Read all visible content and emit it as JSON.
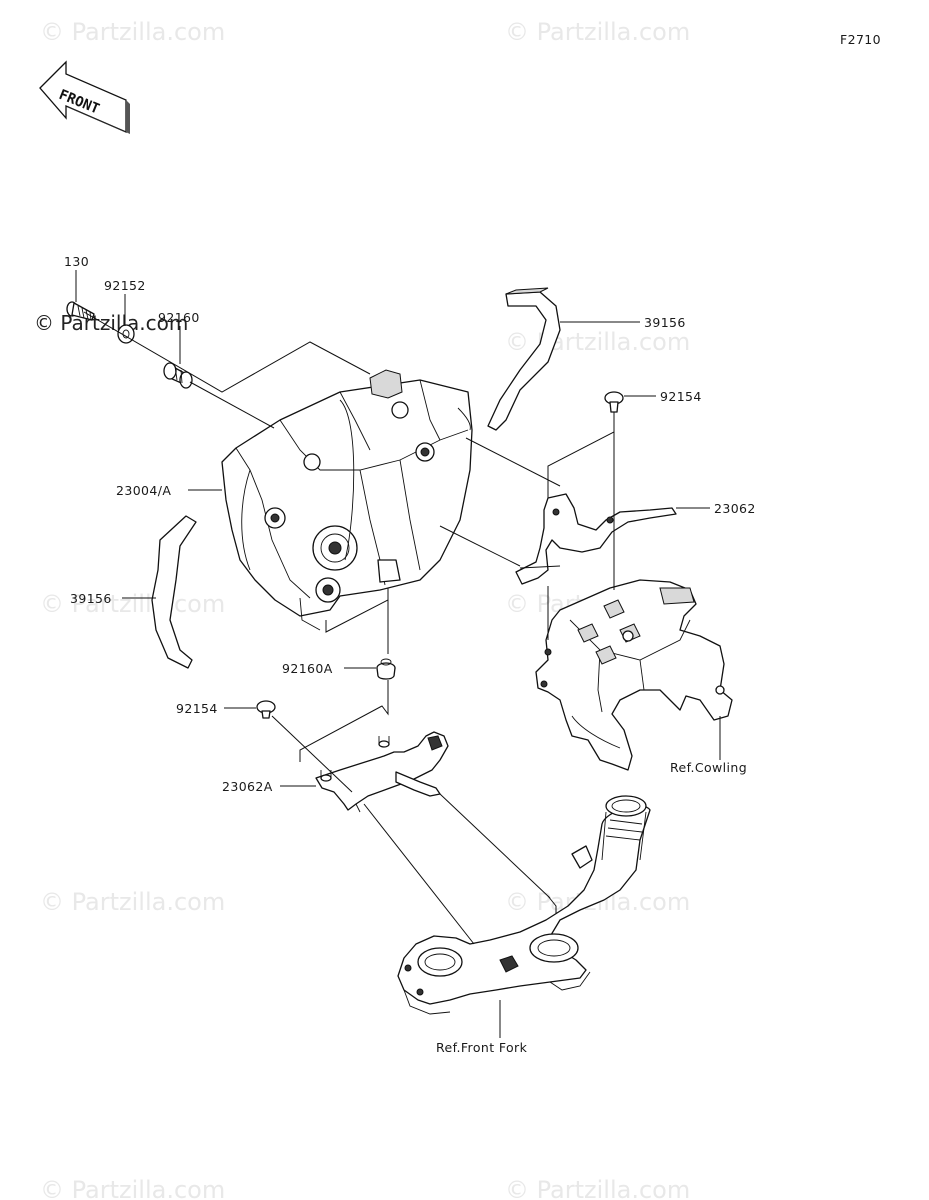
{
  "diagram_id": "F2710",
  "front_arrow_label": "FRONT",
  "watermark_text": "© Partzilla.com",
  "labels": {
    "p130": "130",
    "p92152": "92152",
    "p92160": "92160",
    "p23004A": "23004/A",
    "p39156_left": "39156",
    "p39156_right": "39156",
    "p92154_top": "92154",
    "p23062": "23062",
    "p92160A": "92160A",
    "p92154_bottom": "92154",
    "p23062A": "23062A",
    "ref_cowling": "Ref.Cowling",
    "ref_front_fork": "Ref.Front Fork"
  }
}
